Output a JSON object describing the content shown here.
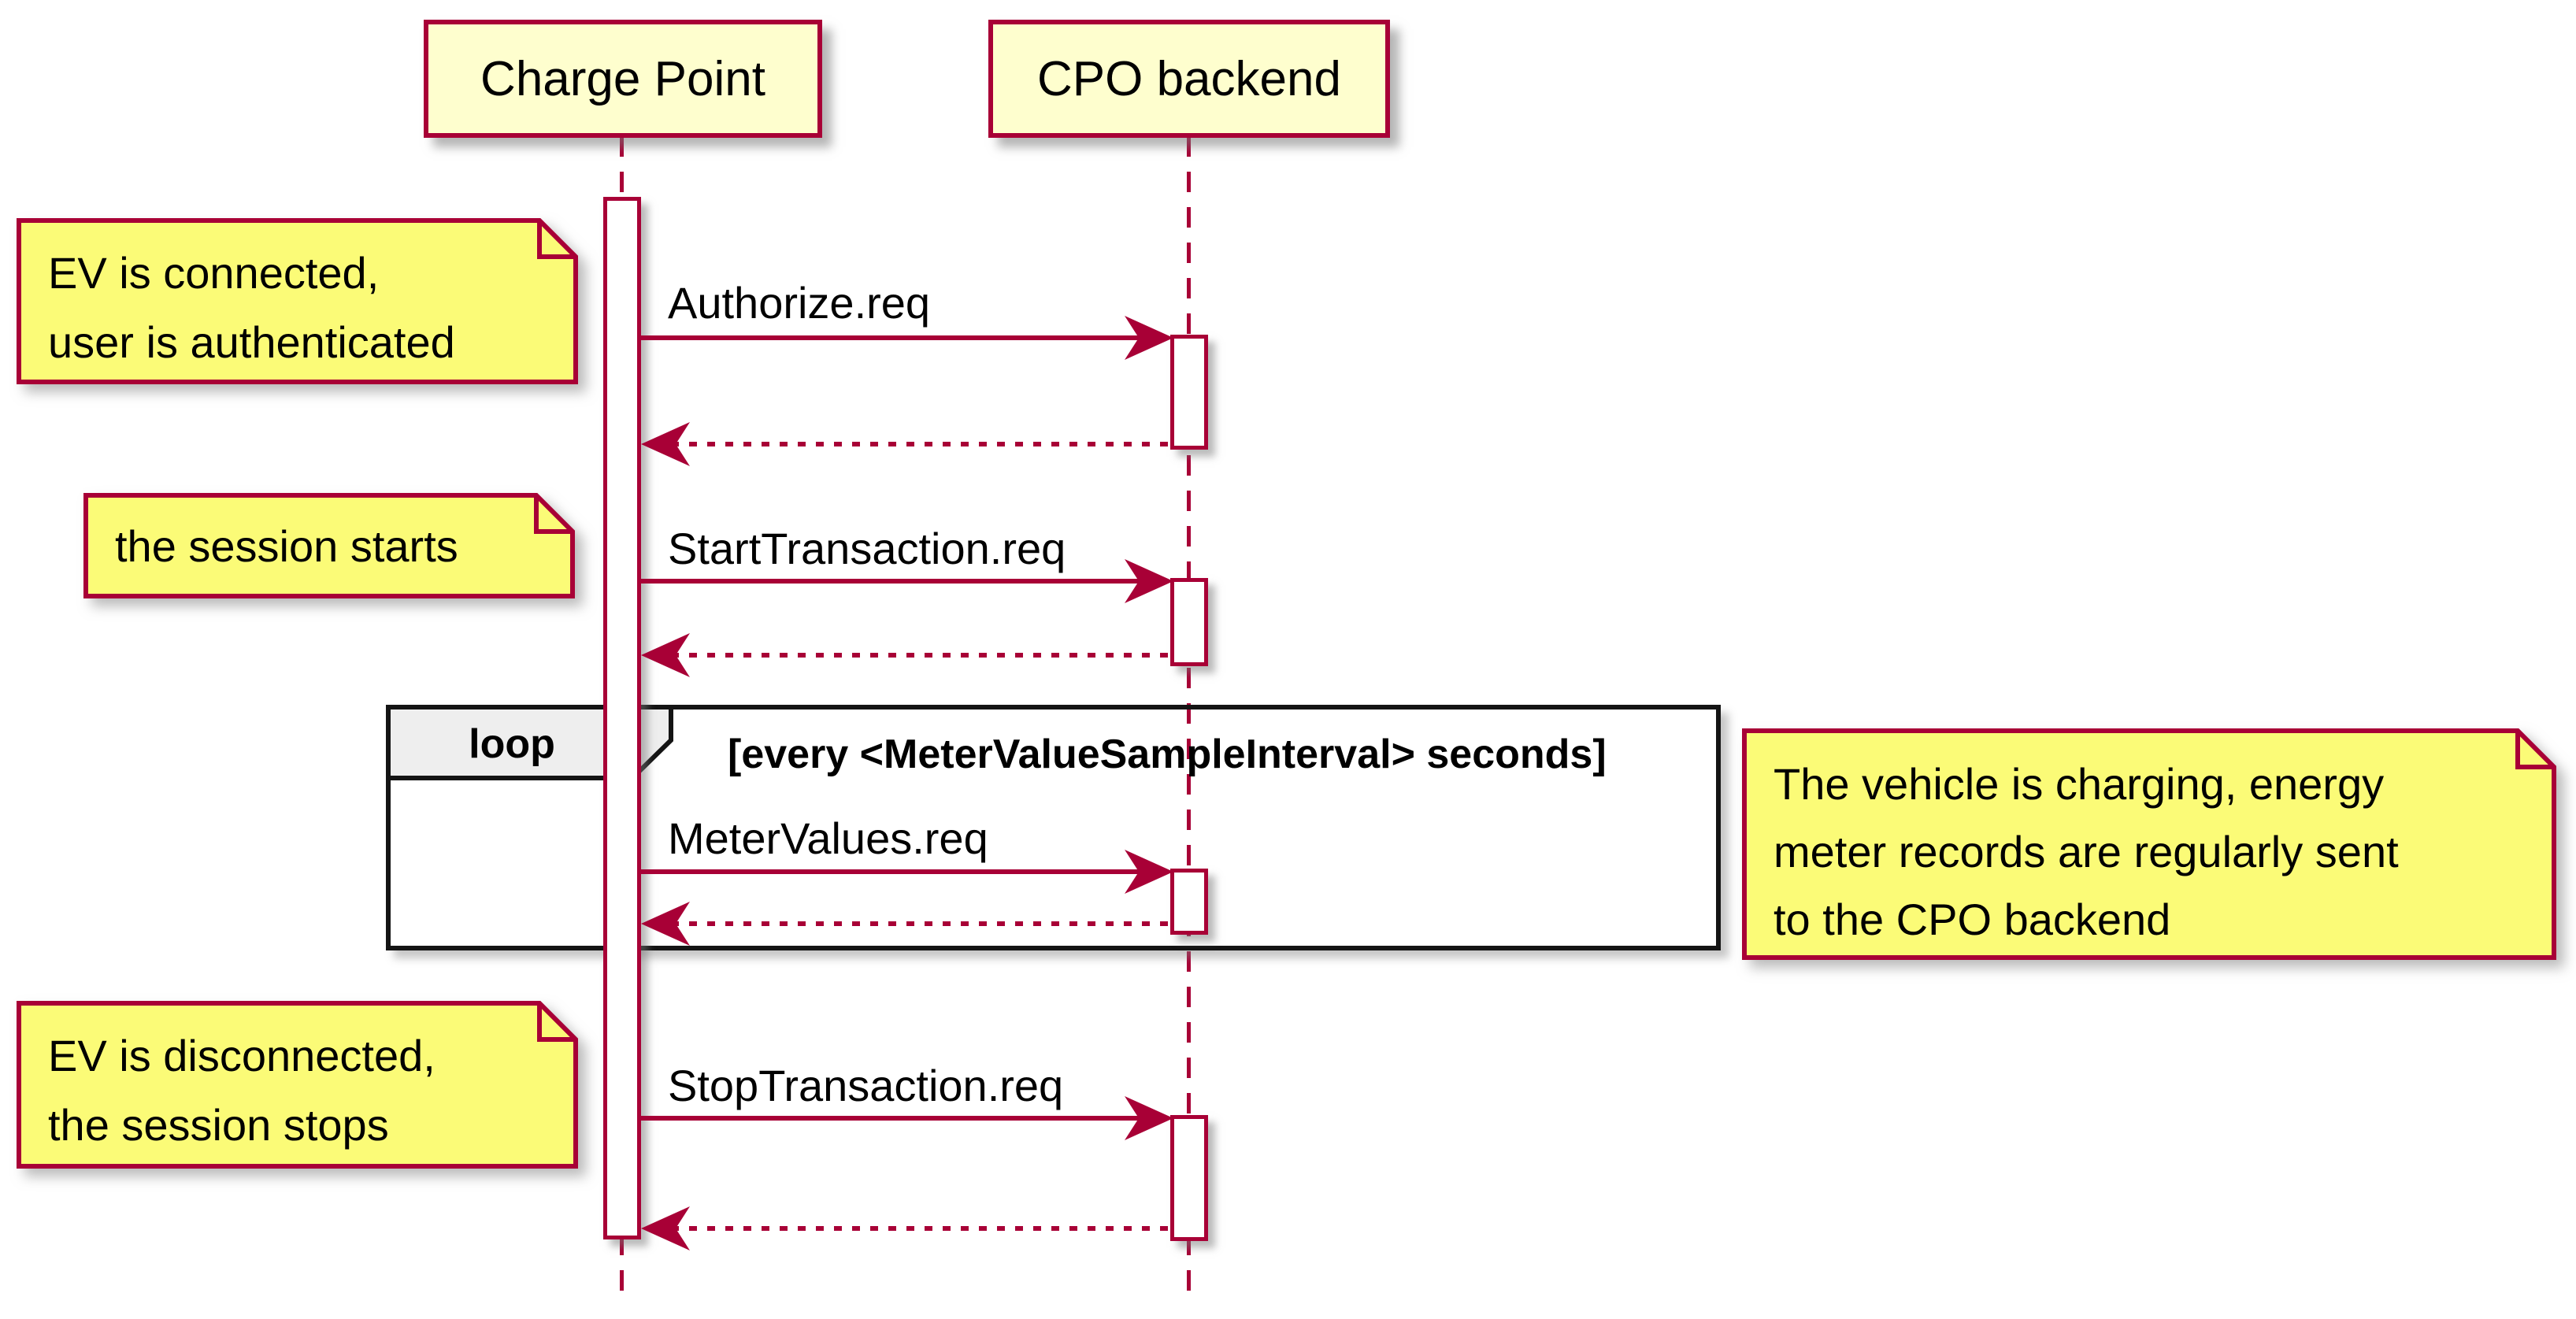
{
  "diagram_type": "uml-sequence",
  "colors": {
    "accent": "#A80036",
    "participant_fill": "#FEFECE",
    "note_fill": "#FBFB77",
    "fragment_border": "#141414",
    "fragment_label_fill": "#EEEEEE",
    "text": "#000000"
  },
  "participants": [
    {
      "label": "Charge Point"
    },
    {
      "label": "CPO backend"
    }
  ],
  "fragment": {
    "keyword": "loop",
    "guard": "[every <MeterValueSampleInterval> seconds]"
  },
  "messages": [
    {
      "label": "Authorize.req",
      "from": "Charge Point",
      "to": "CPO backend",
      "kind": "request"
    },
    {
      "label": "",
      "from": "CPO backend",
      "to": "Charge Point",
      "kind": "return"
    },
    {
      "label": "StartTransaction.req",
      "from": "Charge Point",
      "to": "CPO backend",
      "kind": "request"
    },
    {
      "label": "",
      "from": "CPO backend",
      "to": "Charge Point",
      "kind": "return"
    },
    {
      "label": "MeterValues.req",
      "from": "Charge Point",
      "to": "CPO backend",
      "kind": "request",
      "inside": "loop"
    },
    {
      "label": "",
      "from": "CPO backend",
      "to": "Charge Point",
      "kind": "return",
      "inside": "loop"
    },
    {
      "label": "StopTransaction.req",
      "from": "Charge Point",
      "to": "CPO backend",
      "kind": "request"
    },
    {
      "label": "",
      "from": "CPO backend",
      "to": "Charge Point",
      "kind": "return"
    }
  ],
  "notes": {
    "connected": {
      "lines": [
        "EV is connected,",
        "user is authenticated"
      ]
    },
    "session": {
      "lines": [
        "the session starts"
      ]
    },
    "charging": {
      "lines": [
        "The vehicle is charging, energy",
        "meter records are regularly sent",
        "to the CPO backend"
      ]
    },
    "disconnected": {
      "lines": [
        "EV is disconnected,",
        "the session stops"
      ]
    }
  }
}
